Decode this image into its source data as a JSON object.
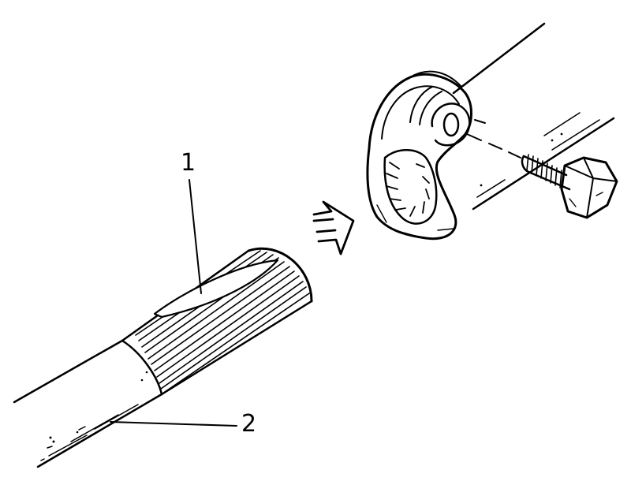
{
  "diagram": {
    "callouts": [
      {
        "id": "1",
        "text": "1"
      },
      {
        "id": "2",
        "text": "2"
      }
    ],
    "parts": {
      "shaft": "splined-shaft",
      "yoke": "clamp-yoke",
      "bolt": "clamp-bolt",
      "arrow": "assembly-direction-arrow"
    },
    "colors": {
      "ink": "#000000",
      "paper": "#ffffff"
    }
  }
}
